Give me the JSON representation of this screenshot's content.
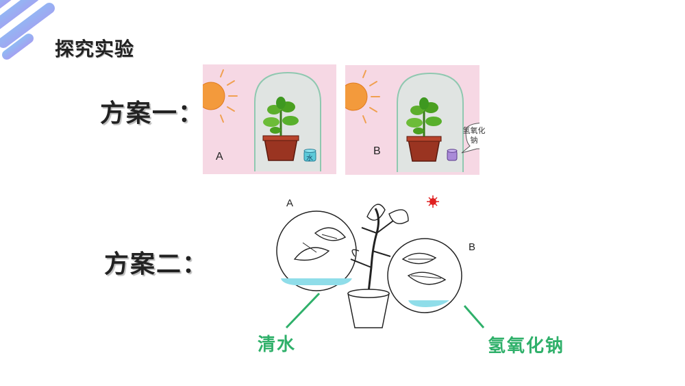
{
  "header": {
    "title": "探究实验"
  },
  "plan_one": {
    "label": "方案一：",
    "panel_a": {
      "letter": "A",
      "container_label": "水"
    },
    "panel_b": {
      "letter": "B",
      "bubble_line1": "氢氧化",
      "bubble_line2": "钠"
    }
  },
  "plan_two": {
    "label": "方案二：",
    "letter_a": "A",
    "letter_b": "B",
    "callout_left": "清水",
    "callout_right": "氢氧化钠"
  },
  "colors": {
    "accent_green": "#2fb06a",
    "panel_pink": "#f6d8e4",
    "sun_orange": "#f39a3c",
    "liquid_cyan": "#8fdde9"
  }
}
